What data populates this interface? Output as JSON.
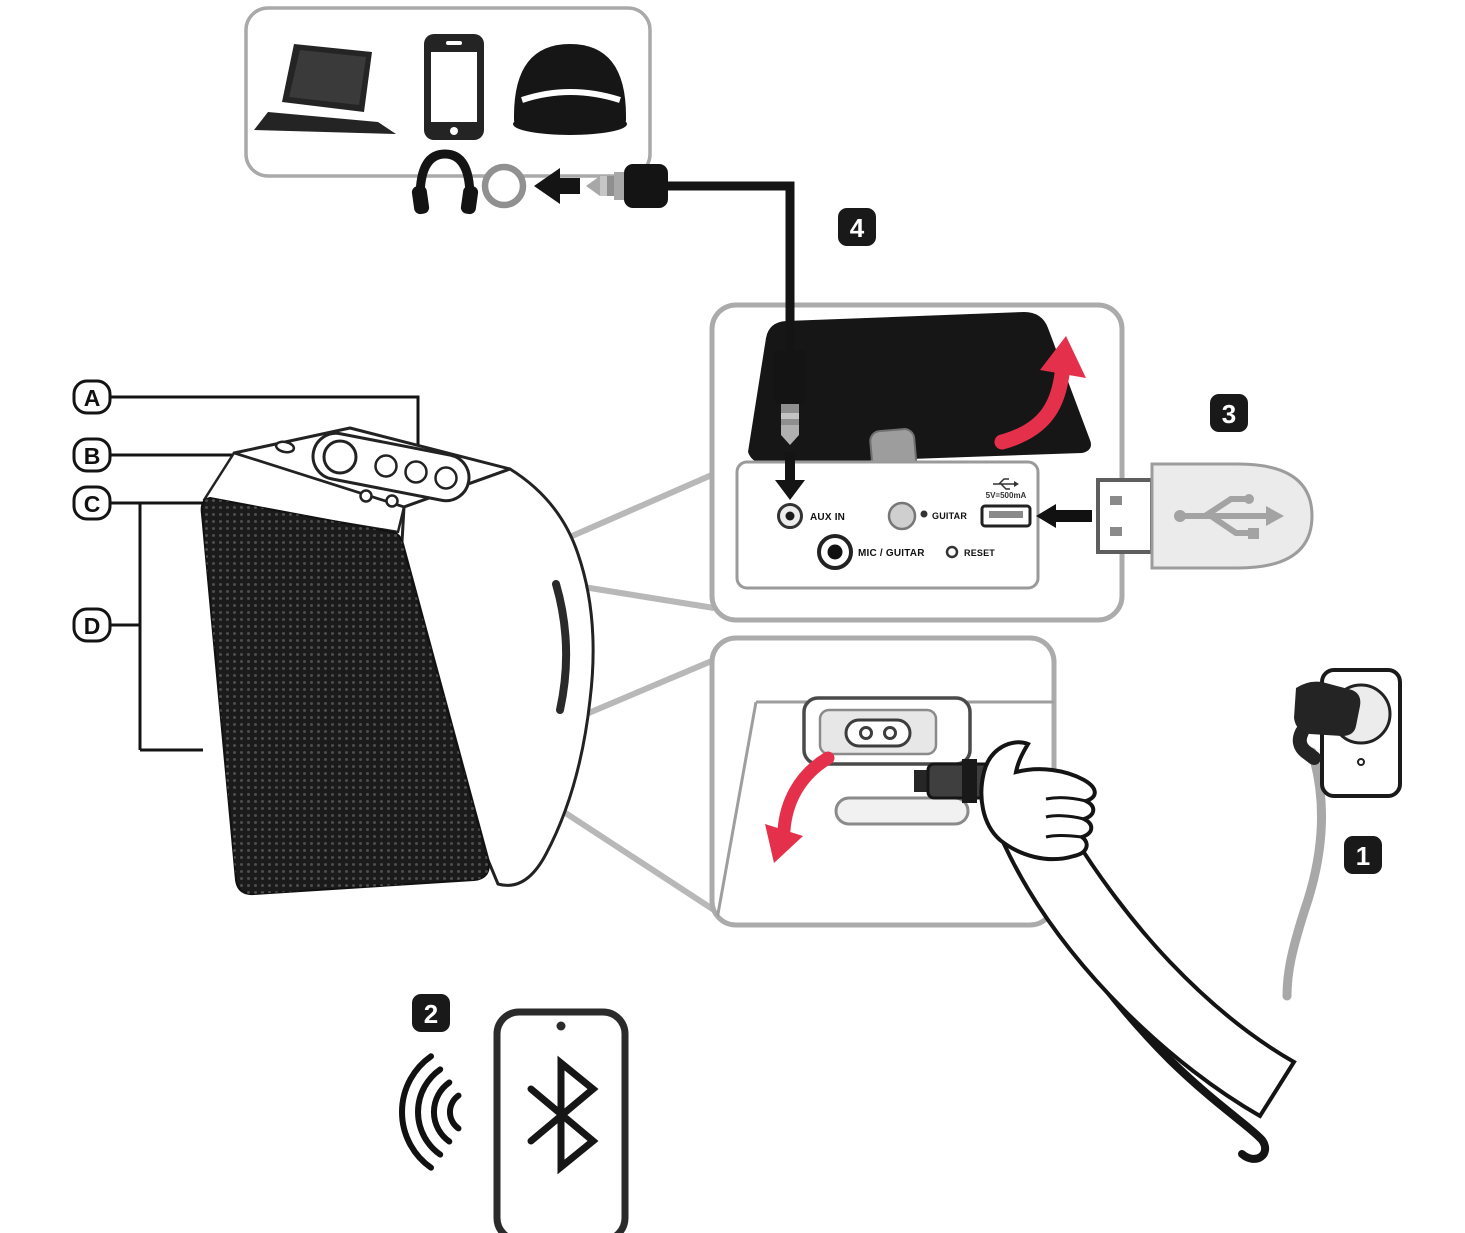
{
  "title": "Portable speaker connection guide diagram",
  "steps": {
    "power_badge": "1",
    "bluetooth_badge": "2",
    "usb_badge": "3",
    "aux_badge": "4"
  },
  "callouts": {
    "a": "A",
    "b": "B",
    "c": "C",
    "d": "D"
  },
  "rear_panel": {
    "aux_in": "AUX IN",
    "mic_guitar": "MIC / GUITAR",
    "guitar": "GUITAR",
    "reset": "RESET",
    "usb_power": "5V=500mA"
  },
  "icons": {
    "source_devices": [
      "laptop-icon",
      "smartphone-icon",
      "media-device-icon"
    ],
    "aux_row": [
      "headphones-icon",
      "aux-socket-ring-icon",
      "arrow-left-icon",
      "aux-plug-icon"
    ],
    "steps": [
      "power-plug-icon",
      "wall-outlet-icon",
      "bluetooth-icon",
      "wireless-waves-icon",
      "usb-drive-icon",
      "hand-illustration"
    ]
  },
  "colors": {
    "accent_red": "#e5304b",
    "ink": "#161616",
    "panel_border": "#ababab",
    "cable_gray": "#a8a8a8",
    "zoom_line_gray": "#b8b8b8"
  }
}
